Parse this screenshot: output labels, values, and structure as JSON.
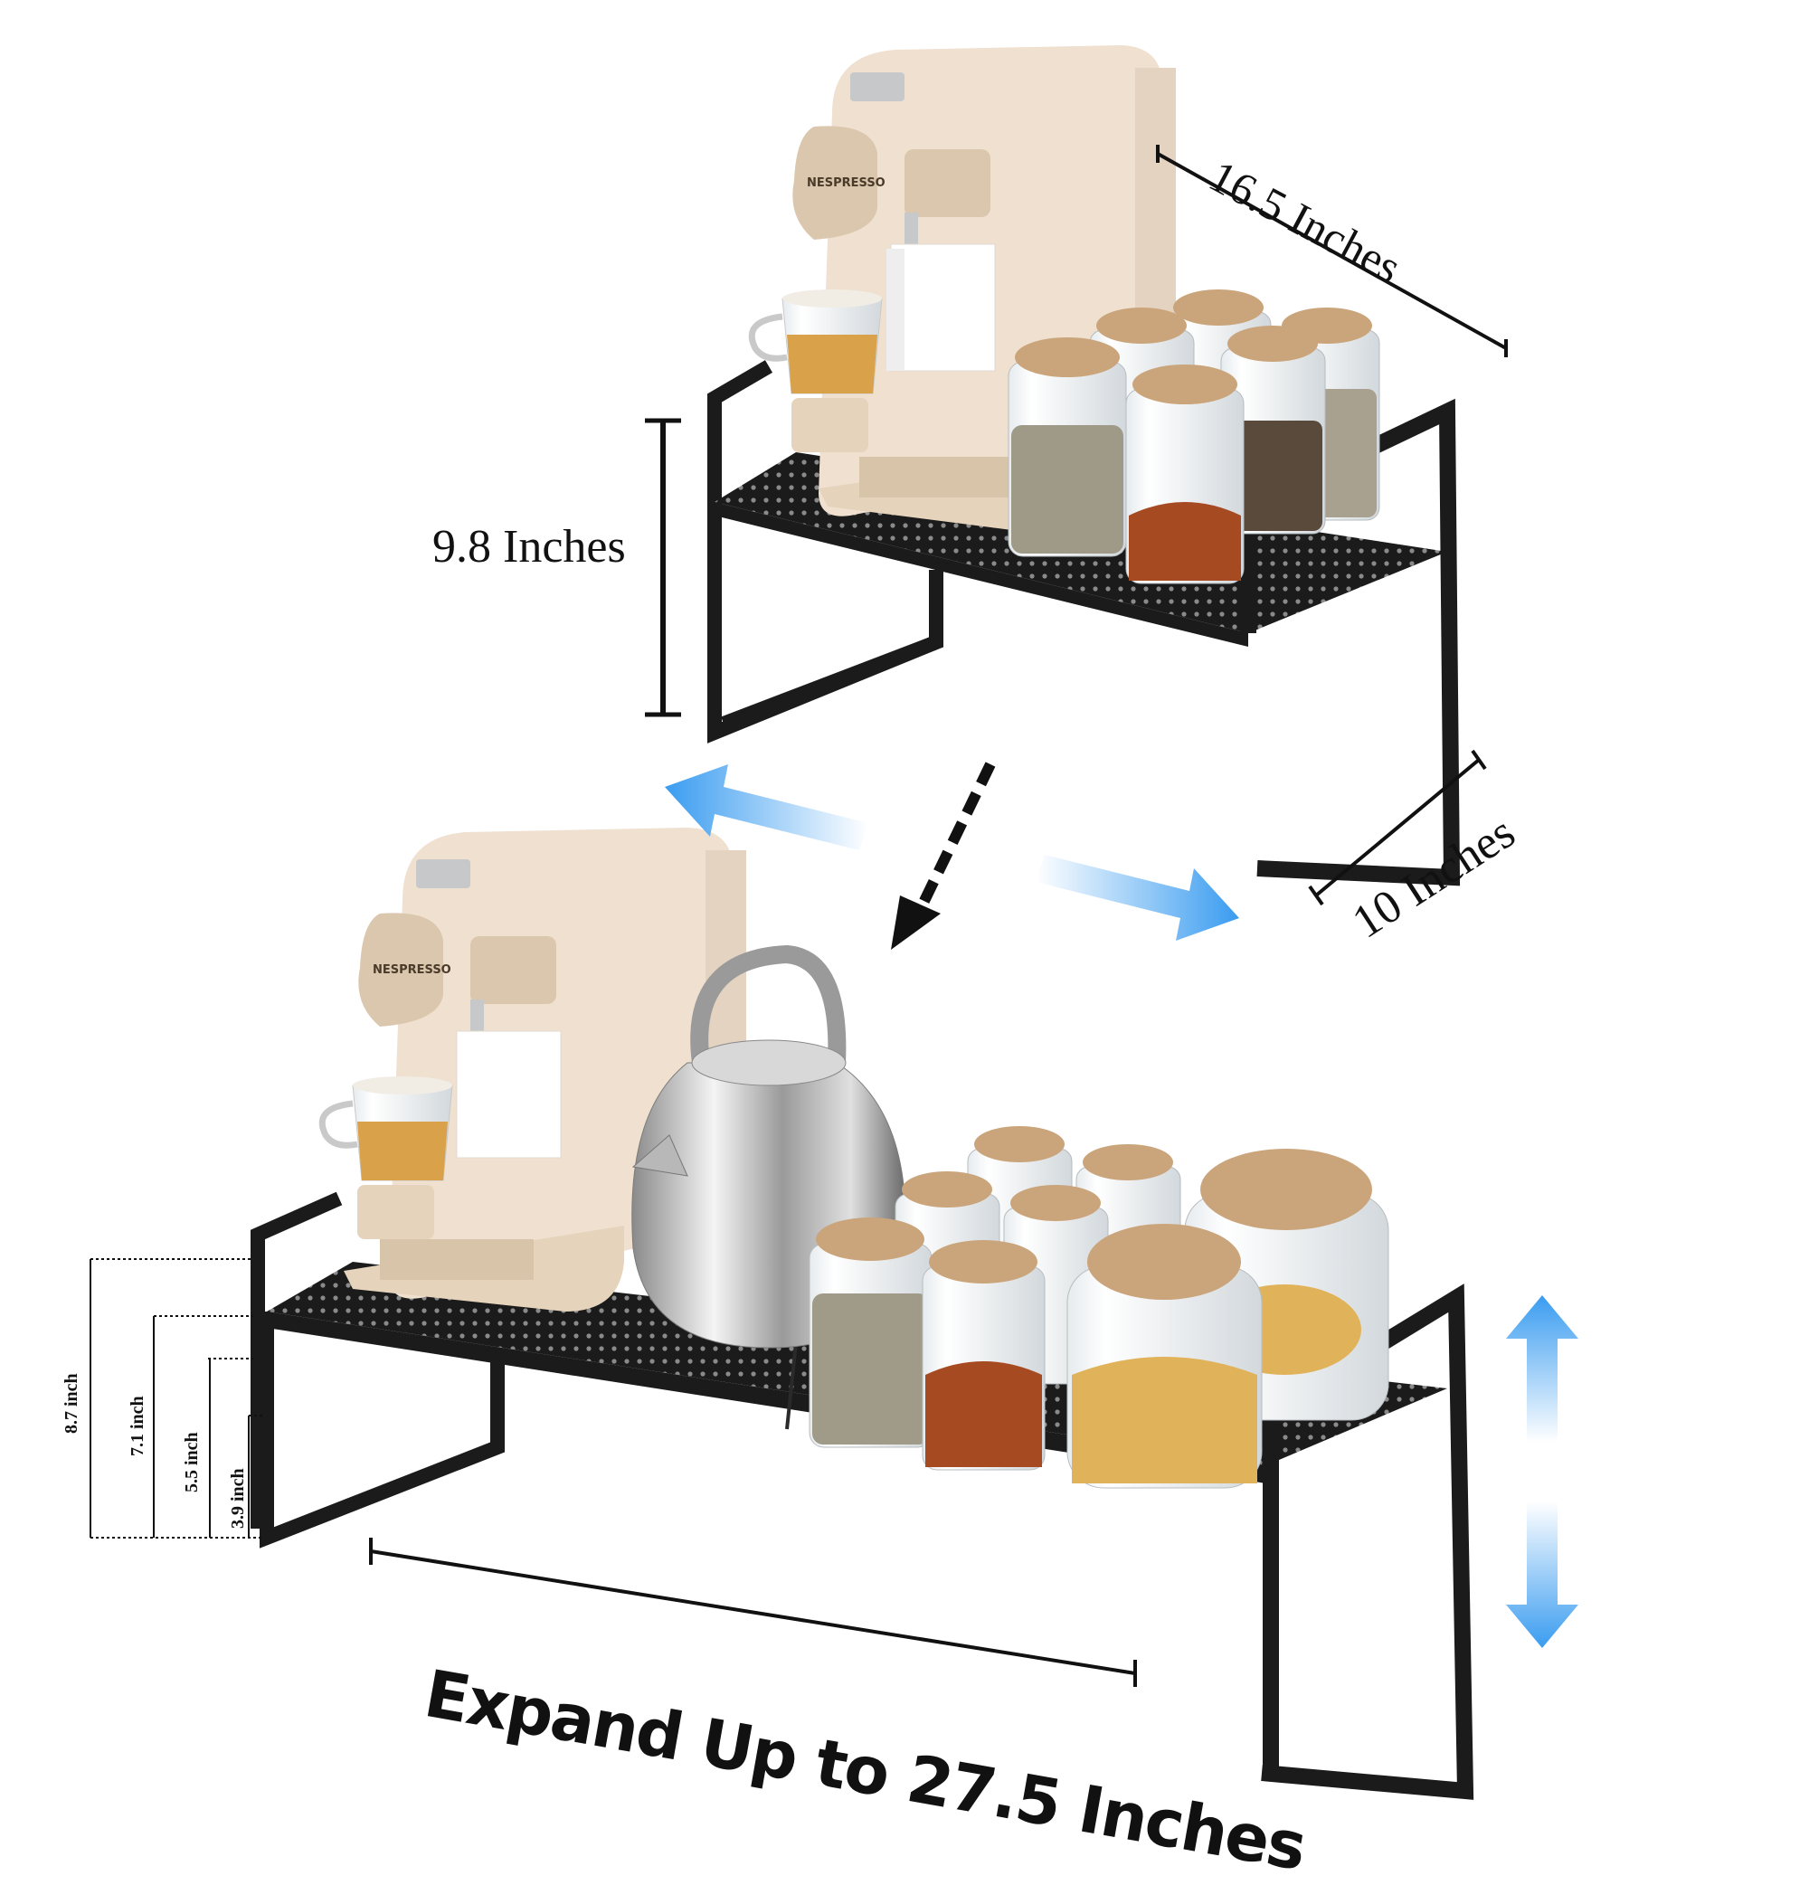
{
  "dimensions": {
    "width_top": "16.5 Inches",
    "height_top": "9.8 Inches",
    "depth": "10 Inches",
    "expand": "Expand Up to 27.5 Inches",
    "heights": [
      "8.7 inch",
      "7.1 inch",
      "5.5 inch",
      "3.9 inch"
    ]
  },
  "brand_text": "NESPRESSO",
  "colors": {
    "shelf": "#1b1b1b",
    "machine": "#efe0cf",
    "arrow_blue": "#3a9cf0",
    "cork": "#caa47a",
    "coffee": "#d9a24a"
  }
}
